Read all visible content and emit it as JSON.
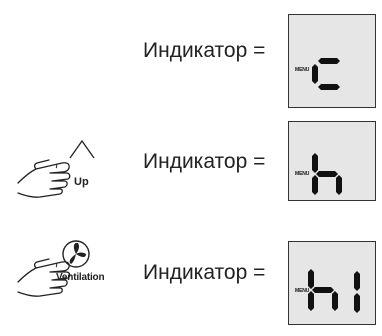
{
  "rows": [
    {
      "label": "Индикатор =",
      "button_caption": "",
      "display": {
        "menu_label": "MENU",
        "value": "c"
      }
    },
    {
      "label": "Индикатор =",
      "button_caption": "Up",
      "button_icon": "up-chevron-icon",
      "display": {
        "menu_label": "MENU",
        "value": "h"
      }
    },
    {
      "label": "Индикатор =",
      "button_caption": "Ventilation",
      "button_icon": "fan-icon",
      "display": {
        "menu_label": "MENU",
        "value": "h 1"
      }
    }
  ],
  "colors": {
    "display_background": "#e6e6e6",
    "segment": "#111111",
    "text": "#222222"
  }
}
